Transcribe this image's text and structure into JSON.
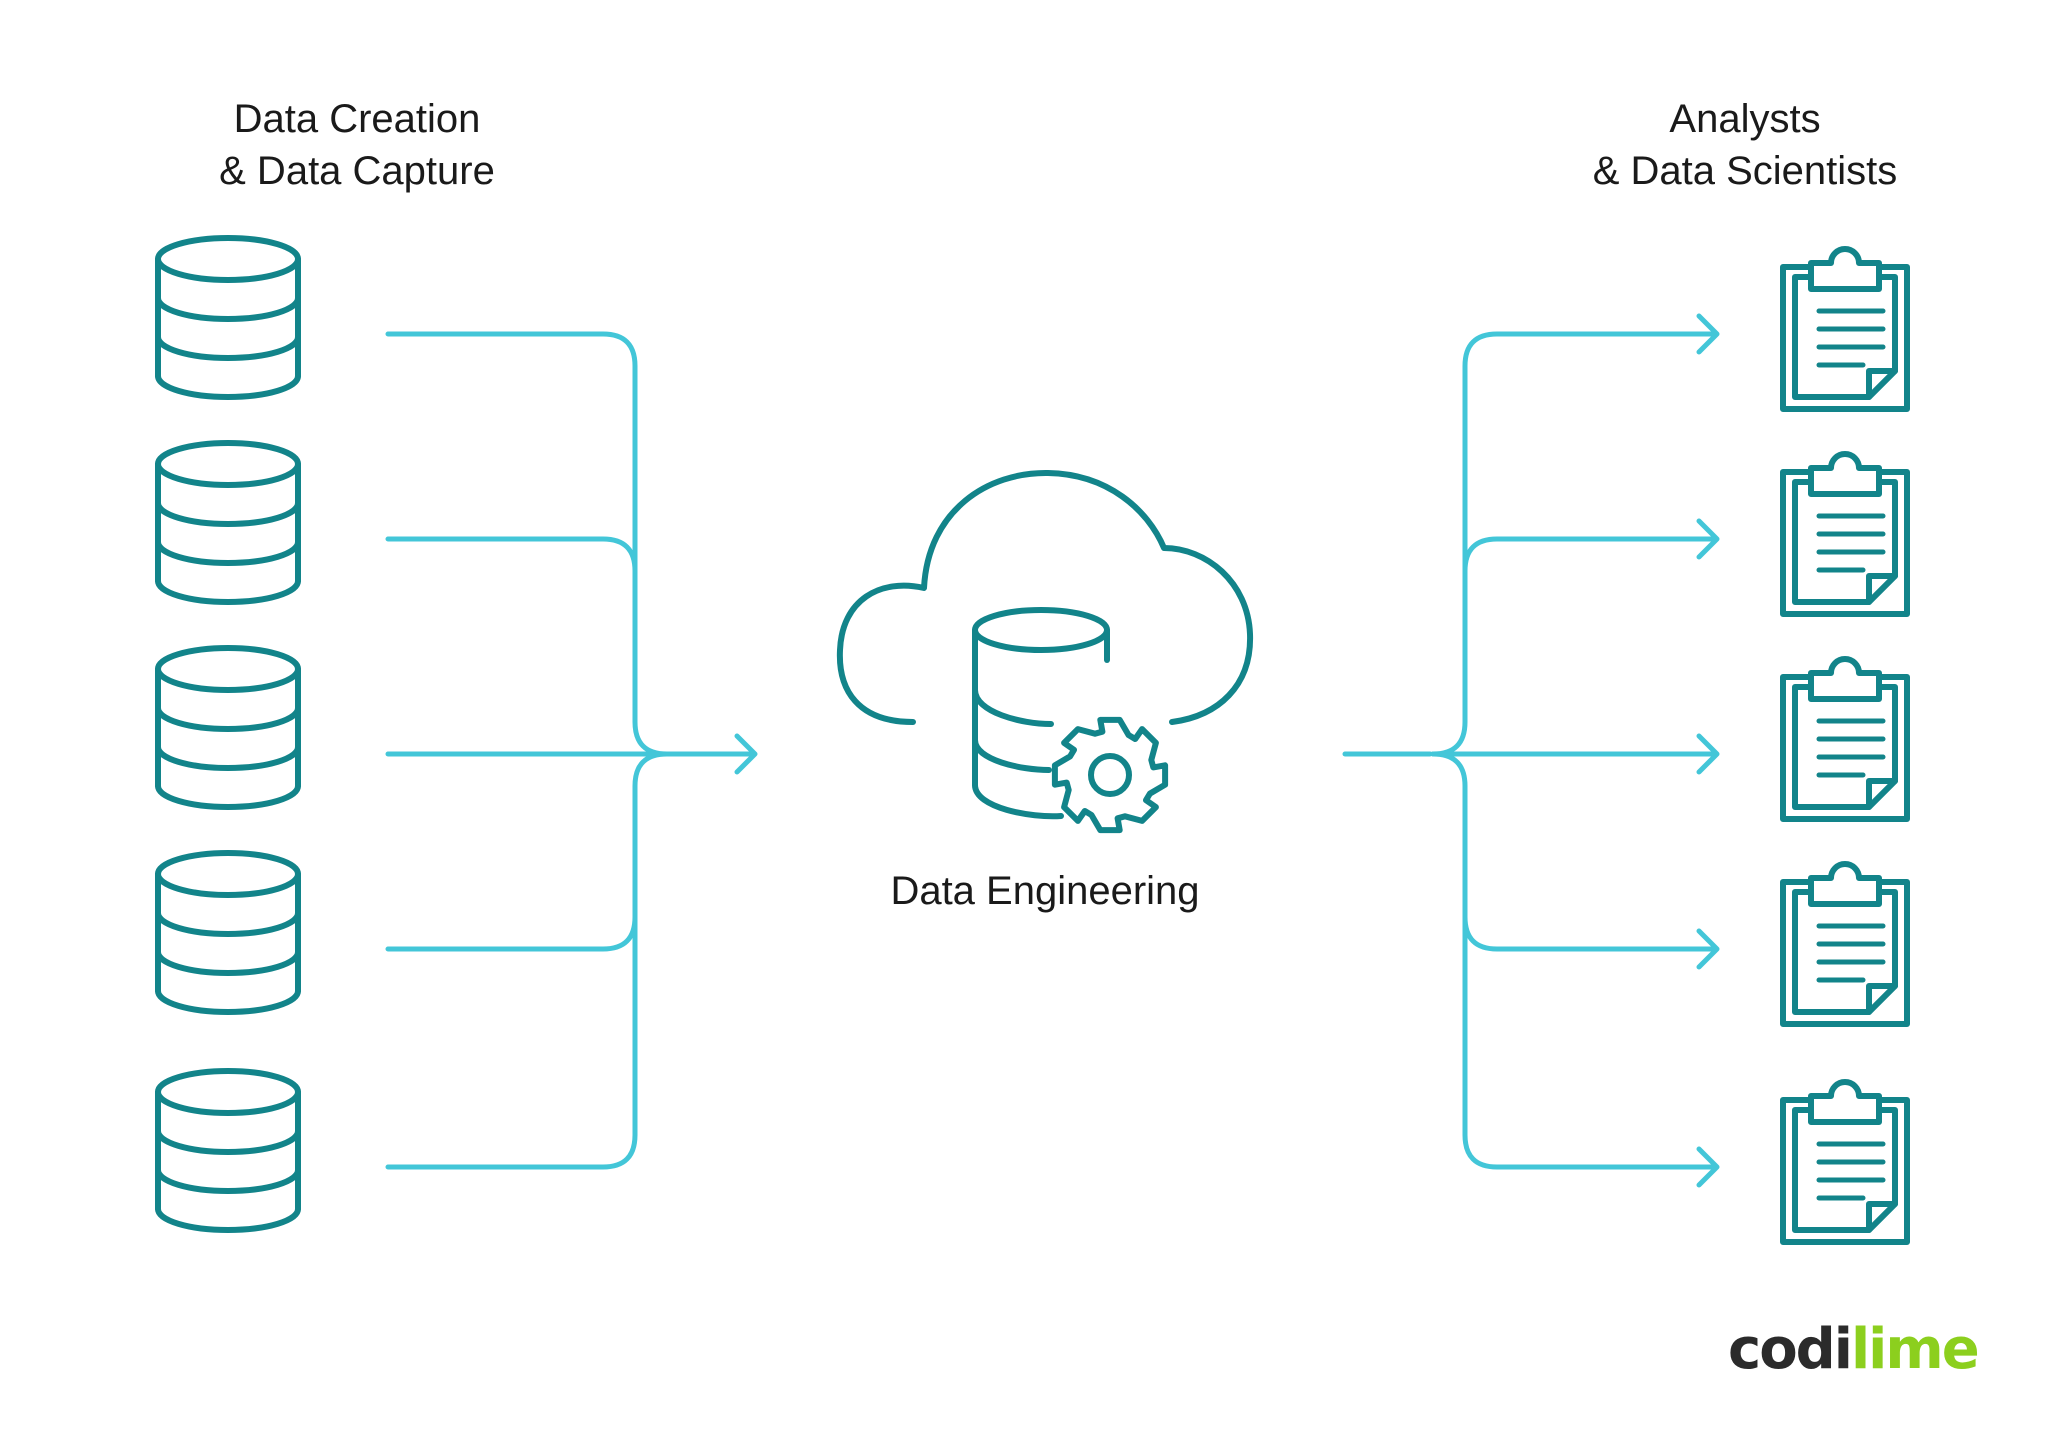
{
  "colors": {
    "icon": "#12848a",
    "connector": "#43c6d8",
    "text": "#1a1a1a",
    "logo_dark": "#2b2b2b",
    "logo_accent": "#8ccf1e"
  },
  "left_group": {
    "title_line1": "Data Creation",
    "title_line2": "& Data Capture",
    "icon": "database-icon",
    "count": 5
  },
  "center": {
    "label": "Data Engineering",
    "icon": "cloud-database-gear-icon"
  },
  "right_group": {
    "title_line1": "Analysts",
    "title_line2": "& Data Scientists",
    "icon": "clipboard-report-icon",
    "count": 5
  },
  "logo": {
    "main": "codi",
    "accent": "lime"
  }
}
